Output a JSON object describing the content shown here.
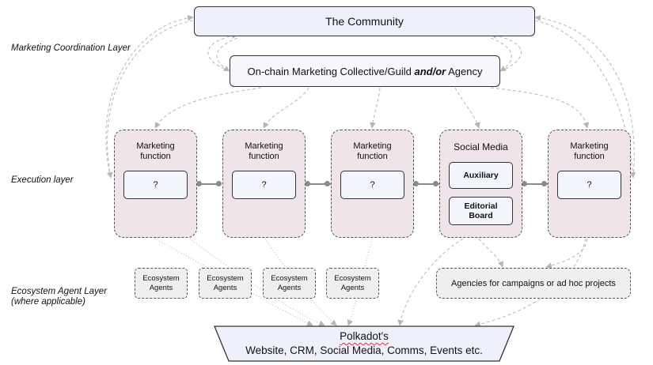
{
  "layers": {
    "coordination": "Marketing Coordination Layer",
    "execution": "Execution layer",
    "ecosystem_line1": "Ecosystem Agent Layer",
    "ecosystem_line2": "(where applicable)"
  },
  "community": "The Community",
  "collective": {
    "prefix": "On-chain Marketing Collective/Guild ",
    "emphasis": "and/or",
    "suffix": " Agency"
  },
  "functions": [
    {
      "title": "Marketing function",
      "inner": [
        "?"
      ]
    },
    {
      "title": "Marketing function",
      "inner": [
        "?"
      ]
    },
    {
      "title": "Marketing function",
      "inner": [
        "?"
      ]
    },
    {
      "title": "Social Media",
      "inner": [
        "Auxiliary",
        "Editorial Board"
      ]
    },
    {
      "title": "Marketing function",
      "inner": [
        "?"
      ]
    }
  ],
  "ecosystem_agents": [
    "Ecosystem Agents",
    "Ecosystem Agents",
    "Ecosystem Agents",
    "Ecosystem Agents"
  ],
  "agencies": "Agencies for campaigns or ad hoc projects",
  "bottom": {
    "line1": "Polkadot's",
    "line2": "Website, CRM, Social Media, Comms, Events etc."
  },
  "colors": {
    "function_fill": "#efe4ea",
    "box_fill": "#eef1fb",
    "agent_fill": "#efefef",
    "connector": "#8a8a8a"
  }
}
